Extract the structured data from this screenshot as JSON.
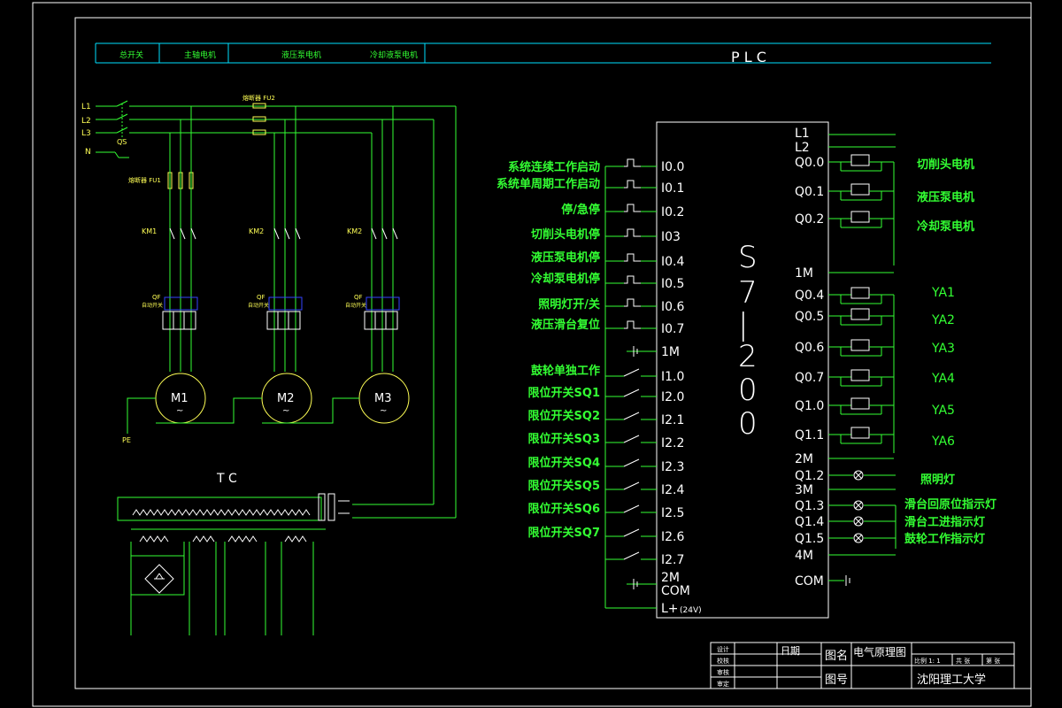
{
  "header": {
    "cells": [
      "总开关",
      "主轴电机",
      "液压泵电机",
      "冷却液泵电机"
    ],
    "plc_title": "P L C"
  },
  "power": {
    "lines": [
      "L1",
      "L2",
      "L3",
      "N"
    ],
    "qs": "QS",
    "fu1": "熔断器 FU1",
    "fu2": "熔断器 FU2",
    "km": [
      "KM1",
      "KM2",
      "KM2"
    ],
    "qf": "QF",
    "qf_sub": "自动开关",
    "motors": [
      "M1",
      "M2",
      "M3"
    ],
    "motor_symbol": "~",
    "pe": "PE",
    "tc": "T C"
  },
  "plc": {
    "model": "S7-200",
    "model_chars": [
      "S",
      "7",
      "|",
      "2",
      "0",
      "0"
    ],
    "inputs": [
      "I0.0",
      "I0.1",
      "I0.2",
      "I03",
      "I0.4",
      "I0.5",
      "I0.6",
      "I0.7",
      "1M",
      "I1.0",
      "I2.0",
      "I2.1",
      "I2.2",
      "I2.3",
      "I2.4",
      "I2.5",
      "I2.6",
      "I2.7",
      "2M",
      "COM",
      "L+"
    ],
    "l24v": "(24V)",
    "input_labels": [
      "系统连续工作启动",
      "系统单周期工作启动",
      "停/急停",
      "切削头电机停",
      "液压泵电机停",
      "冷却泵电机停",
      "照明灯开/关",
      "液压滑台复位",
      "鼓轮单独工作",
      "限位开关SQ1",
      "限位开关SQ2",
      "限位开关SQ3",
      "限位开关SQ4",
      "限位开关SQ5",
      "限位开关SQ6",
      "限位开关SQ7"
    ],
    "outputs": [
      "L1",
      "L2",
      "Q0.0",
      "Q0.1",
      "Q0.2",
      "1M",
      "Q0.4",
      "Q0.5",
      "Q0.6",
      "Q0.7",
      "Q1.0",
      "Q1.1",
      "2M",
      "Q1.2",
      "3M",
      "Q1.3",
      "Q1.4",
      "Q1.5",
      "4M",
      "COM"
    ],
    "output_labels": [
      "切削头电机",
      "液压泵电机",
      "冷却泵电机",
      "YA1",
      "YA2",
      "YA3",
      "YA4",
      "YA5",
      "YA6",
      "照明灯",
      "滑台回原位指示灯",
      "滑台工进指示灯",
      "鼓轮工作指示灯"
    ]
  },
  "title_block": {
    "roles": [
      "设计",
      "校核",
      "审核",
      "审定"
    ],
    "date": "日期",
    "drawing_name_label": "图名",
    "drawing_name": "电气原理图",
    "drawing_no_label": "图号",
    "scale": "比例  1: 1",
    "sheets_total": "共  张",
    "sheet_no": "第  张",
    "school": "沈阳理工大学"
  }
}
